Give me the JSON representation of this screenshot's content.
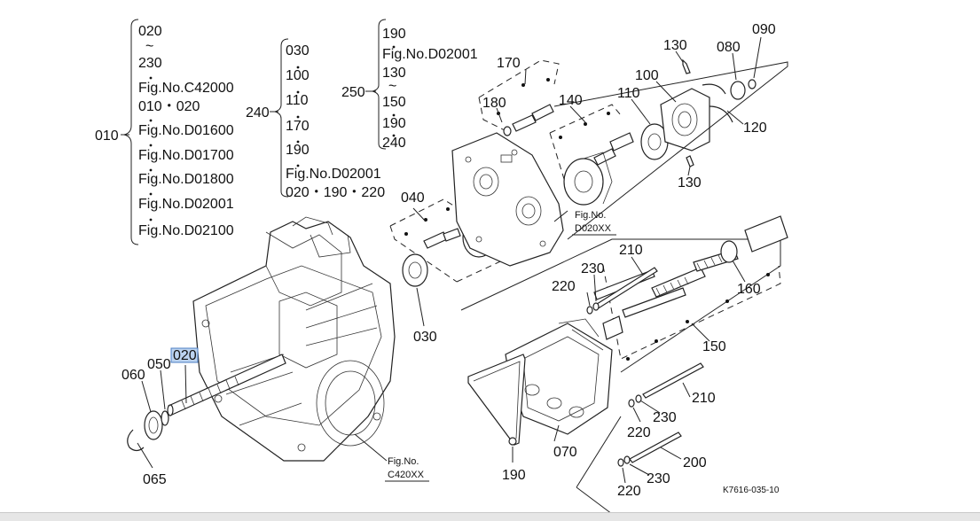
{
  "diagram": {
    "group_010": {
      "code": "010",
      "entries": [
        "020",
        "~",
        "230",
        "Fig.No.C42000",
        "010・020",
        "Fig.No.D01600",
        "Fig.No.D01700",
        "Fig.No.D01800",
        "Fig.No.D02001",
        "Fig.No.D02100"
      ]
    },
    "group_240": {
      "code": "240",
      "entries": [
        "030",
        "100",
        "110",
        "170",
        "190",
        "Fig.No.D02001",
        "020・190・220"
      ]
    },
    "group_250": {
      "code": "250",
      "entries": [
        "190",
        "Fig.No.D02001",
        "130",
        "~",
        "150",
        "190",
        "240"
      ]
    },
    "part_labels": {
      "p170": "170",
      "p180": "180",
      "p140": "140",
      "p110": "110",
      "p100": "100",
      "p130a": "130",
      "p080": "080",
      "p090": "090",
      "p120": "120",
      "p130b": "130",
      "p040": "040",
      "p030": "030",
      "p210a": "210",
      "p230a": "230",
      "p220a": "220",
      "p160": "160",
      "p150": "150",
      "p050": "050",
      "p020": "020",
      "p060": "060",
      "p065": "065",
      "p210b": "210",
      "p230b": "230",
      "p220b": "220",
      "p070": "070",
      "p190": "190",
      "p200": "200",
      "p230c": "230",
      "p220c": "220"
    },
    "fig_refs": {
      "d020xx_line1": "Fig.No.",
      "d020xx_line2": "D020XX",
      "c420xx_line1": "Fig.No.",
      "c420xx_line2": "C420XX"
    },
    "drawing_code": "K7616-035-10"
  }
}
